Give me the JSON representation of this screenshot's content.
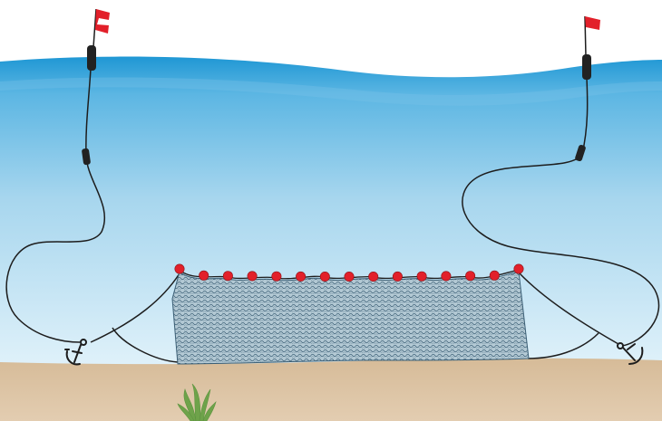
{
  "scene": {
    "type": "gillnet-diagram",
    "components": [
      "surface-buoy-flag-left",
      "surface-buoy-flag-right",
      "buoy-line-left",
      "buoy-line-right",
      "float-line",
      "net-panel",
      "anchor-left",
      "anchor-right",
      "seabed",
      "seaweed"
    ]
  },
  "colors": {
    "sky": "#ffffff",
    "water_top": "#1f97d4",
    "water_mid": "#9ed2ec",
    "water_bottom": "#dff1fa",
    "seabed": "#dcc3a3",
    "seabed_shade": "#cdb290",
    "net_fill": "#a9c2cf",
    "net_mesh": "#3c5f75",
    "float": "#e2202a",
    "flag": "#e2202a",
    "rope": "#1d1d1d",
    "buoy_body": "#222222",
    "seaweed": "#6ea34a"
  },
  "floats": {
    "count": 15
  }
}
